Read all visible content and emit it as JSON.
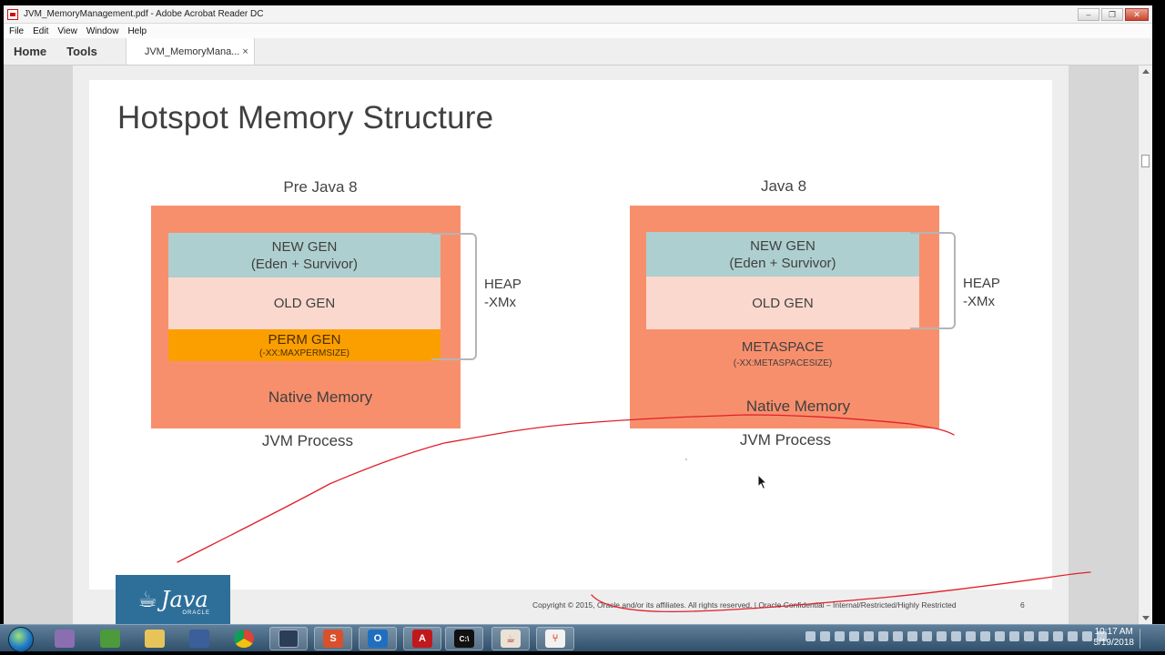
{
  "window": {
    "title": "JVM_MemoryManagement.pdf - Adobe Acrobat Reader DC",
    "controls": {
      "minimize": "–",
      "restore": "❐",
      "close": "✕"
    }
  },
  "menu": [
    "File",
    "Edit",
    "View",
    "Window",
    "Help"
  ],
  "tabs": {
    "home": "Home",
    "tools": "Tools",
    "document": "JVM_MemoryMana...",
    "close": "×"
  },
  "slide": {
    "title": "Hotspot Memory Structure",
    "left": {
      "heading": "Pre Java 8",
      "new_gen": {
        "line1": "NEW GEN",
        "line2": "(Eden + Survivor)"
      },
      "old_gen": "OLD GEN",
      "perm_gen": {
        "line1": "PERM GEN",
        "line2": "(-XX:MAXPERMSIZE)"
      },
      "native": "Native Memory",
      "heap": {
        "line1": "HEAP",
        "line2": "-XMx"
      },
      "process": "JVM Process"
    },
    "right": {
      "heading": "Java 8",
      "new_gen": {
        "line1": "NEW GEN",
        "line2": "(Eden + Survivor)"
      },
      "old_gen": "OLD GEN",
      "metaspace": {
        "line1": "METASPACE",
        "line2": "(-XX:METASPACESIZE)"
      },
      "native": "Native Memory",
      "heap": {
        "line1": "HEAP",
        "line2": "-XMx"
      },
      "process": "JVM Process"
    },
    "logo": {
      "word": "Java",
      "sub": "ORACLE"
    },
    "copyright": "Copyright © 2015, Oracle and/or its affiliates. All rights reserved.  |  Oracle Confidential – Internal/Restricted/Highly Restricted",
    "page_number": "6"
  },
  "colors": {
    "process": "#f88f6c",
    "new_gen": "#aecfcf",
    "old_gen": "#fad8cd",
    "perm_gen": "#fb9e00",
    "annotation": "#e0202a"
  },
  "taskbar": {
    "items": [
      {
        "icon": "app-icon"
      },
      {
        "icon": "excel-icon"
      },
      {
        "icon": "file-explorer-icon"
      },
      {
        "icon": "virtualbox-icon"
      },
      {
        "icon": "chrome-icon"
      },
      {
        "icon": "window-icon"
      },
      {
        "icon": "sublime-icon",
        "glyph": "S"
      },
      {
        "icon": "outlook-icon",
        "glyph": "O"
      },
      {
        "icon": "acrobat-icon",
        "glyph": "A"
      },
      {
        "icon": "cmd-icon",
        "glyph": "C:\\"
      },
      {
        "icon": "java-icon"
      },
      {
        "icon": "git-icon"
      }
    ],
    "clock": {
      "time": "10:17 AM",
      "date": "5/19/2018"
    }
  }
}
